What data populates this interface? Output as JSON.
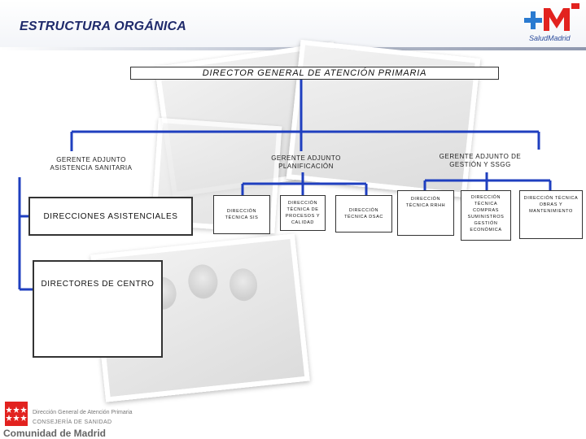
{
  "header": {
    "title": "ESTRUCTURA ORGÁNICA",
    "logo_text": "SaludMadrid",
    "logo_letter": "M"
  },
  "org": {
    "top": "DIRECTOR GENERAL DE ATENCIÓN PRIMARIA",
    "gerentes": [
      "GERENTE ADJUNTO ASISTENCIA SANITARIA",
      "GERENTE ADJUNTO PLANIFICACIÓN",
      "GERENTE ADJUNTO DE GESTIÓN Y SSGG"
    ],
    "direcciones_asistenciales": "DIRECCIONES ASISTENCIALES",
    "directores_centro": "DIRECTORES DE CENTRO",
    "planificacion_units": [
      "DIRECCIÓN TÉCNICA SIS",
      "DIRECCIÓN TÉCNICA DE PROCESOS Y CALIDAD",
      "DIRECCIÓN TÉCNICA DSAC"
    ],
    "gestion_units": [
      "DIRECCIÓN TÉCNICA RRHH",
      "DIRECCIÓN TÉCNICA COMPRAS SUMINISTROS GESTIÓN ECONÓMICA",
      "DIRECCIÓN TÉCNICA OBRAS Y MANTENIMIENTO"
    ]
  },
  "footer": {
    "line1": "Dirección General de Atención Primaria",
    "line2": "CONSEJERÍA DE SANIDAD",
    "line3": "Comunidad de Madrid"
  },
  "colors": {
    "connector": "#1f3fbf",
    "title": "#1f2a6b",
    "madrid_red": "#e2221f",
    "salud_blue": "#2a4a9a"
  }
}
